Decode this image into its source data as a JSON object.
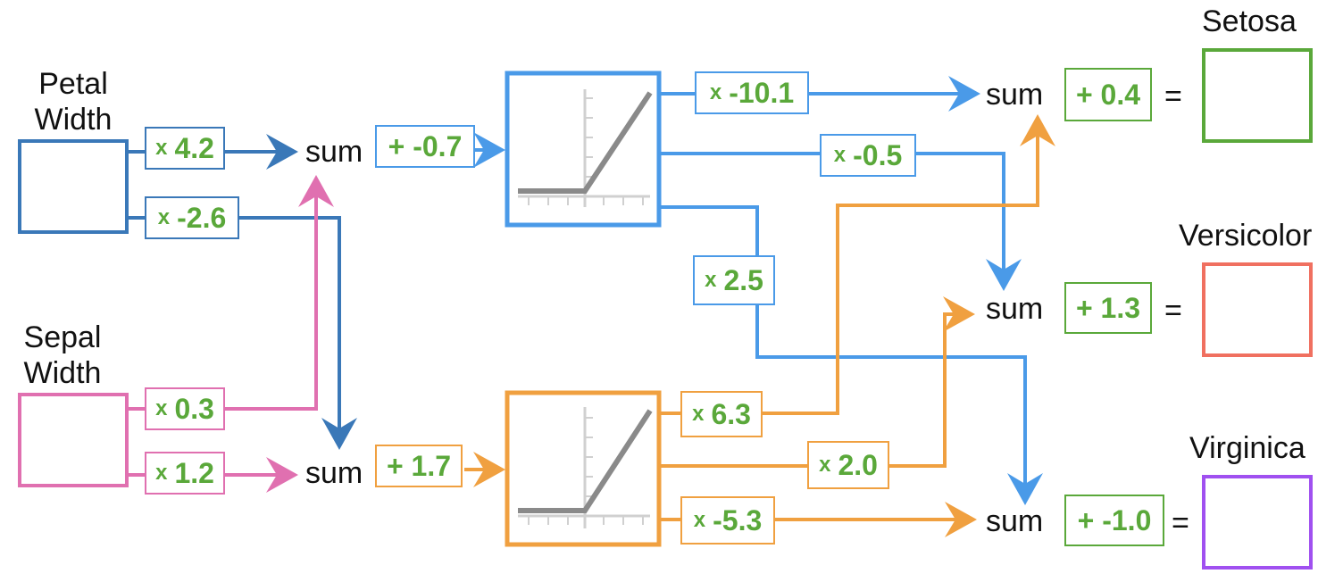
{
  "inputs": {
    "petal": {
      "line1": "Petal",
      "line2": "Width"
    },
    "sepal": {
      "line1": "Sepal",
      "line2": "Width"
    }
  },
  "weights": {
    "petal_to_top": "4.2",
    "petal_to_bottom": "-2.6",
    "sepal_to_top": "0.3",
    "sepal_to_bottom": "1.2",
    "top_to_setosa": "-10.1",
    "top_to_versicolor": "-0.5",
    "top_to_virginica": "2.5",
    "bottom_to_setosa": "6.3",
    "bottom_to_versicolor": "2.0",
    "bottom_to_virginica": "-5.3"
  },
  "weight_prefix": "x",
  "sum_label": "sum",
  "equals": "=",
  "biases": {
    "hidden_top": "+ -0.7",
    "hidden_bottom": "+ 1.7",
    "setosa": "+ 0.4",
    "versicolor": "+ 1.3",
    "virginica": "+ -1.0"
  },
  "outputs": {
    "setosa": "Setosa",
    "versicolor": "Versicolor",
    "virginica": "Virginica"
  },
  "colors": {
    "petal": "#3a78b8",
    "sepal": "#e070b0",
    "hidden_top": "#4a9ae8",
    "hidden_bottom": "#f0a040",
    "bias": "#5aa83a",
    "setosa_box": "#5aa83a",
    "versicolor_box": "#f07060",
    "virginica_box": "#a050f0",
    "relu_line": "#8a8a8a",
    "relu_axis": "#d0d0d0"
  },
  "activation_icon": "relu-graph-icon"
}
